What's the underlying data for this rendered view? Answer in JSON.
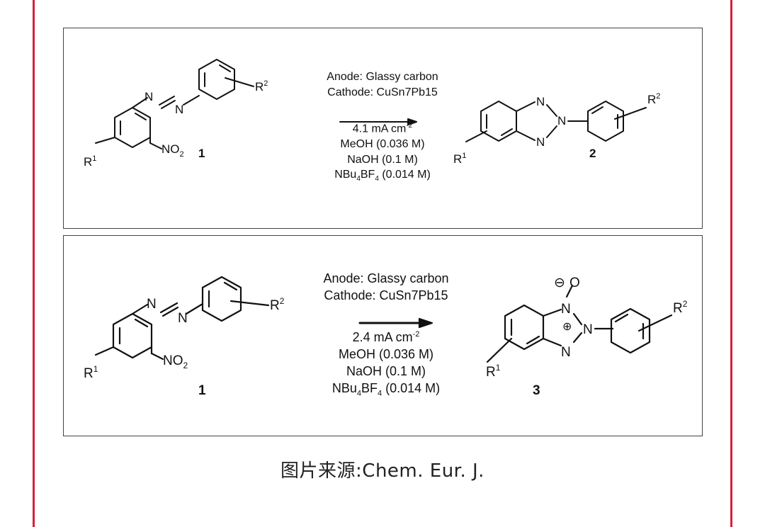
{
  "scheme_1": {
    "anode": "Anode: Glassy carbon",
    "cathode": "Cathode: CuSn7Pb15",
    "current": "4.1 mA cm",
    "current_exp": "-2",
    "solvent": "MeOH  (0.036 M)",
    "base": "NaOH (0.1 M)",
    "electrolyte_a": "NBu",
    "electrolyte_sub1": "4",
    "electrolyte_b": "BF",
    "electrolyte_sub2": "4",
    "electrolyte_c": " (0.014 M)",
    "reactant_no": "1",
    "product_no": "2",
    "label_r1": "R",
    "label_r1_sup": "1",
    "label_r2": "R",
    "label_r2_sup": "2",
    "label_no2": "NO",
    "label_no2_sub": "2",
    "label_n": "N"
  },
  "scheme_2": {
    "anode": "Anode: Glassy carbon",
    "cathode": "Cathode: CuSn7Pb15",
    "current": "2.4 mA cm",
    "current_exp": "-2",
    "solvent": "MeOH  (0.036 M)",
    "base": "NaOH (0.1 M)",
    "electrolyte_a": "NBu",
    "electrolyte_sub1": "4",
    "electrolyte_b": "BF",
    "electrolyte_sub2": "4",
    "electrolyte_c": " (0.014 M)",
    "reactant_no": "1",
    "product_no": "3",
    "label_r1": "R",
    "label_r1_sup": "1",
    "label_r2": "R",
    "label_r2_sup": "2",
    "label_no2": "NO",
    "label_no2_sub": "2",
    "label_n": "N",
    "label_o": "O",
    "label_minus": "⊖",
    "label_plus": "⊕"
  },
  "caption": "图片来源:Chem. Eur. J.",
  "colors": {
    "frame": "#d6203a",
    "ink": "#111111"
  }
}
